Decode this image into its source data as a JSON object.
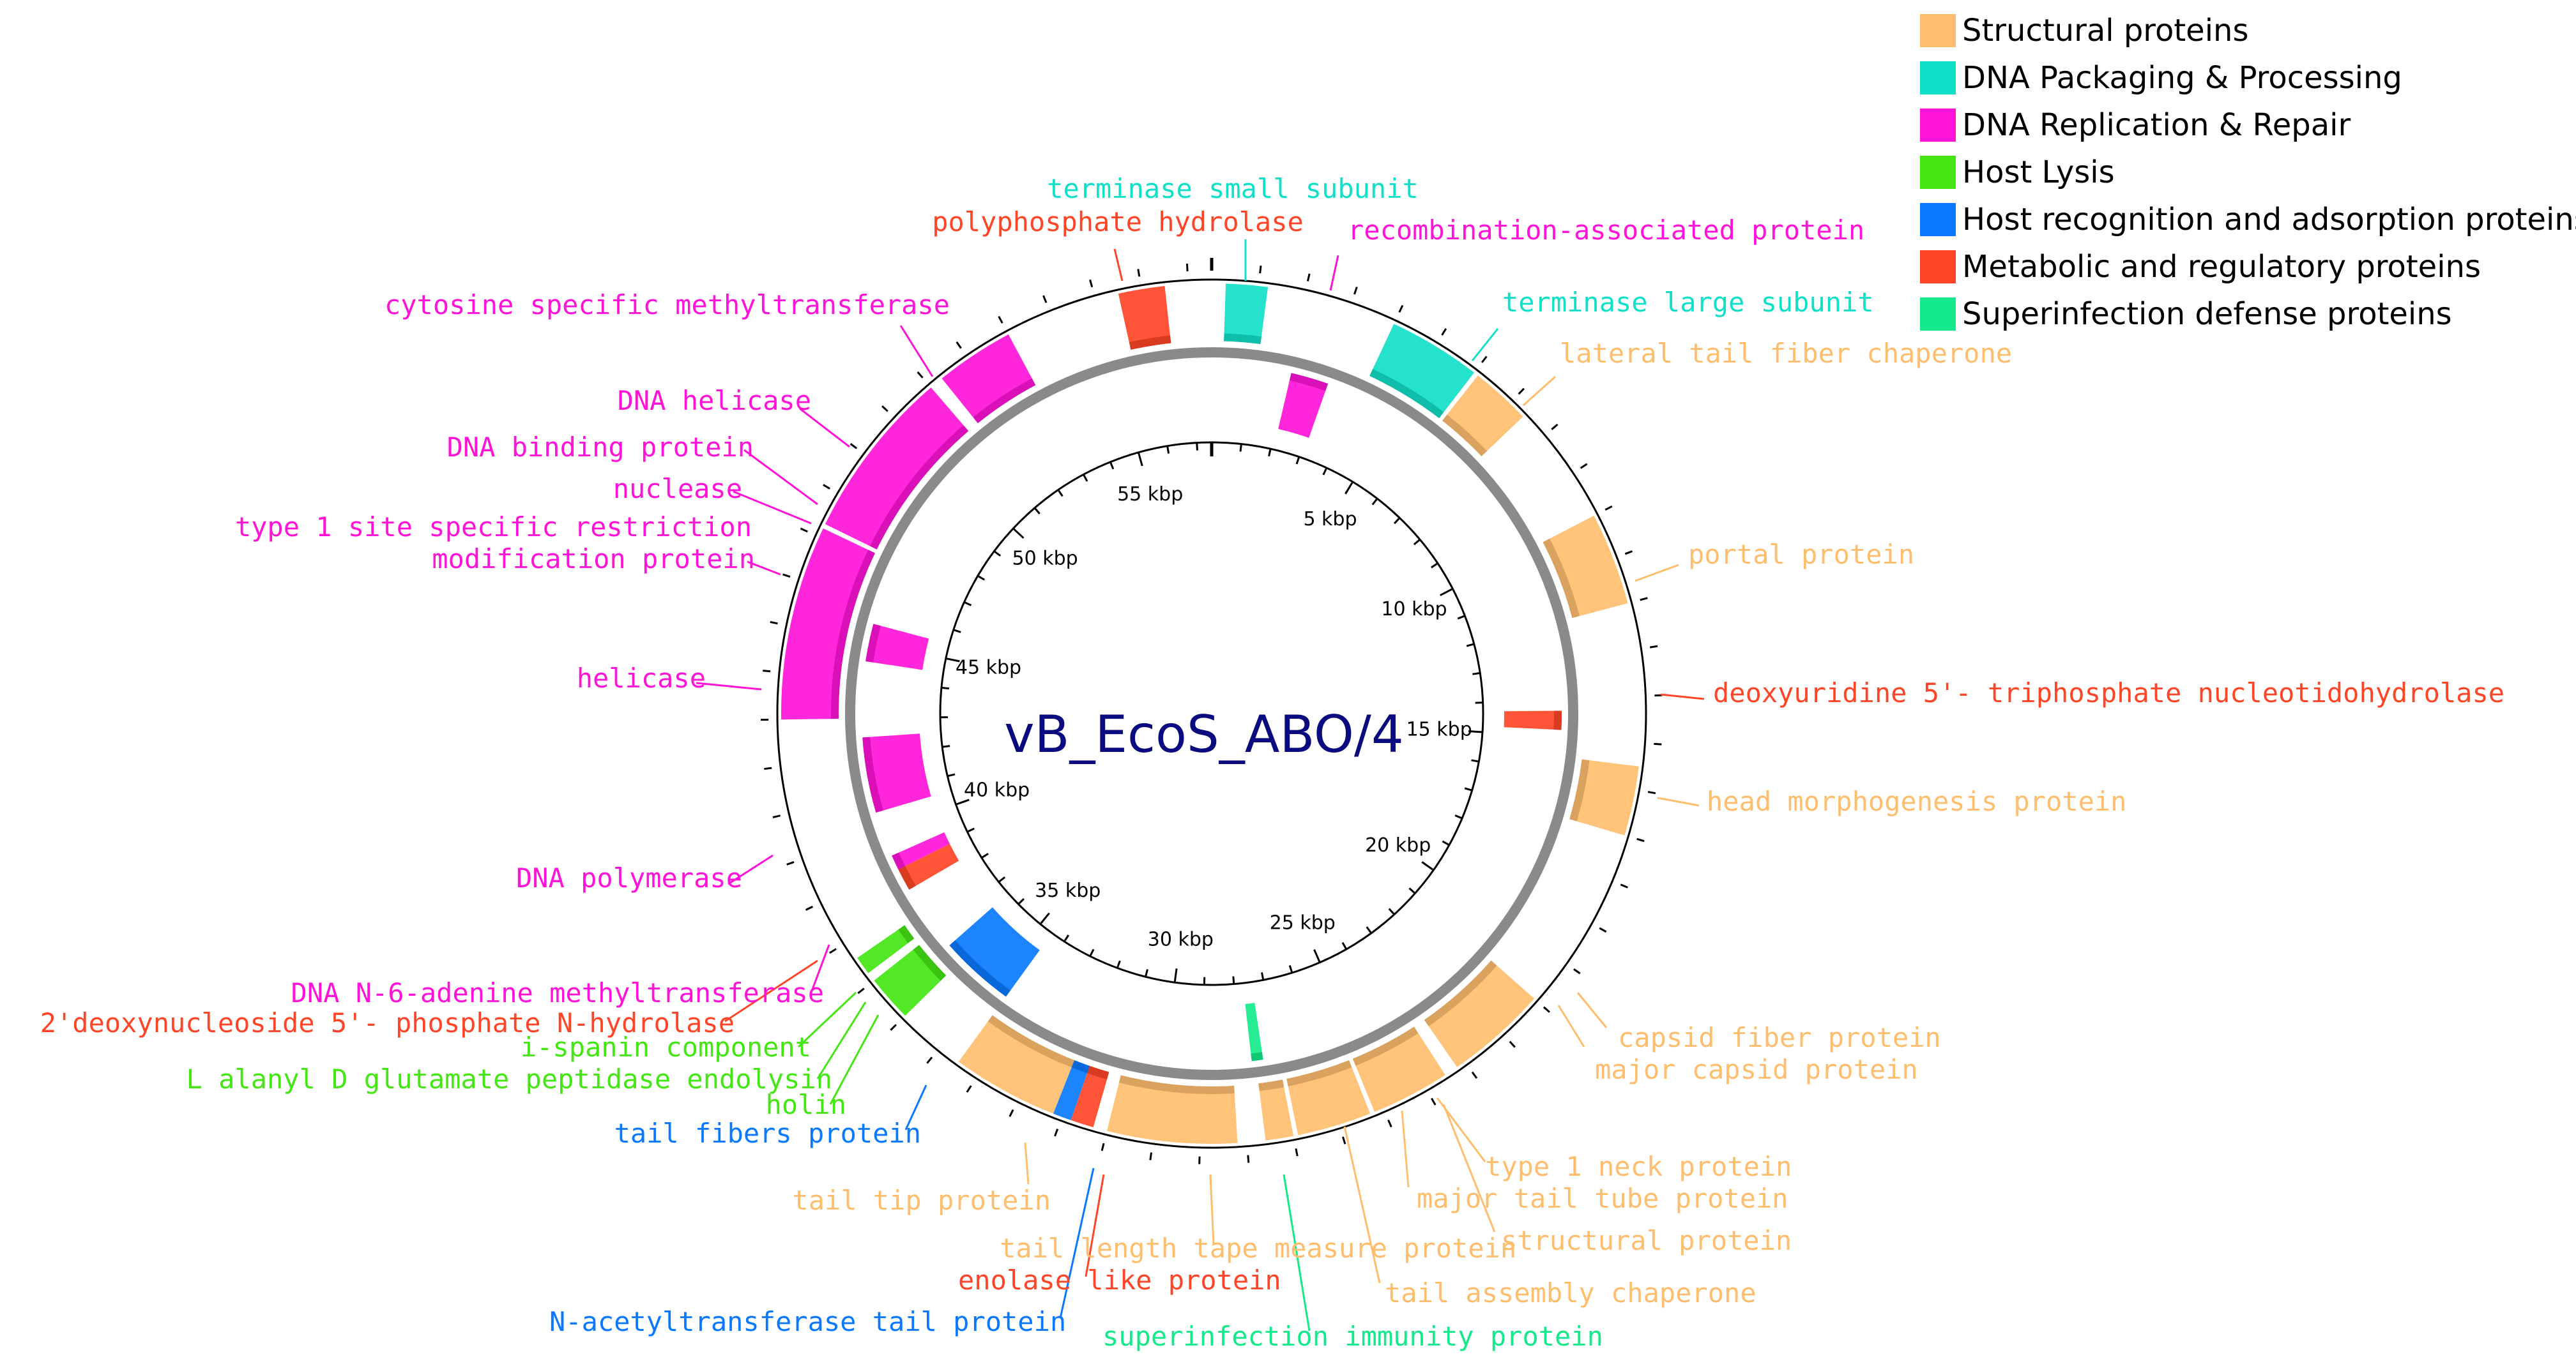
{
  "genome": {
    "title": "vB_EcoS_ABO/4",
    "title_color": "#0b0b80",
    "total_kbp": 57.5,
    "backbone_color": "#8a8a8a",
    "ruler_labels": [
      "5 kbp",
      "10 kbp",
      "15 kbp",
      "20 kbp",
      "25 kbp",
      "30 kbp",
      "35 kbp",
      "40 kbp",
      "45 kbp",
      "50 kbp",
      "55 kbp"
    ]
  },
  "legend": {
    "items": [
      {
        "key": "structural",
        "label": "Structural proteins",
        "color": "#ffbe6e"
      },
      {
        "key": "packaging",
        "label": "DNA Packaging & Processing",
        "color": "#11e0c8"
      },
      {
        "key": "replication",
        "label": "DNA Replication & Repair",
        "color": "#ff13d8"
      },
      {
        "key": "lysis",
        "label": "Host Lysis",
        "color": "#44e614"
      },
      {
        "key": "recognition",
        "label": "Host recognition and adsorption proteins",
        "color": "#0a79ff"
      },
      {
        "key": "metabolic",
        "label": "Metabolic and regulatory proteins",
        "color": "#ff4527"
      },
      {
        "key": "superinfection",
        "label": "Superinfection defense proteins",
        "color": "#14ea8b"
      }
    ]
  },
  "genes": [
    {
      "strand": "outer",
      "start_kbp": 51.3,
      "end_kbp": 53.0,
      "category": "replication"
    },
    {
      "strand": "outer",
      "start_kbp": 47.3,
      "end_kbp": 51.0,
      "category": "replication"
    },
    {
      "strand": "outer",
      "start_kbp": 43.0,
      "end_kbp": 47.2,
      "category": "replication"
    },
    {
      "strand": "outer",
      "start_kbp": 55.5,
      "end_kbp": 56.5,
      "category": "metabolic"
    },
    {
      "strand": "outer",
      "start_kbp": 0.3,
      "end_kbp": 1.2,
      "category": "packaging"
    },
    {
      "strand": "outer",
      "start_kbp": 4.0,
      "end_kbp": 6.0,
      "category": "packaging"
    },
    {
      "strand": "outer",
      "start_kbp": 6.1,
      "end_kbp": 7.4,
      "category": "structural"
    },
    {
      "strand": "outer",
      "start_kbp": 10.0,
      "end_kbp": 12.0,
      "category": "structural"
    },
    {
      "strand": "outer",
      "start_kbp": 15.5,
      "end_kbp": 17.0,
      "category": "structural"
    },
    {
      "strand": "outer",
      "start_kbp": 21.0,
      "end_kbp": 23.2,
      "category": "structural"
    },
    {
      "strand": "outer",
      "start_kbp": 23.5,
      "end_kbp": 25.2,
      "category": "structural"
    },
    {
      "strand": "outer",
      "start_kbp": 25.3,
      "end_kbp": 26.9,
      "category": "structural"
    },
    {
      "strand": "outer",
      "start_kbp": 27.0,
      "end_kbp": 27.6,
      "category": "structural"
    },
    {
      "strand": "outer",
      "start_kbp": 28.2,
      "end_kbp": 31.0,
      "category": "structural"
    },
    {
      "strand": "outer",
      "start_kbp": 31.3,
      "end_kbp": 31.8,
      "category": "metabolic"
    },
    {
      "strand": "outer",
      "start_kbp": 31.8,
      "end_kbp": 32.2,
      "category": "recognition"
    },
    {
      "strand": "outer",
      "start_kbp": 32.2,
      "end_kbp": 34.5,
      "category": "structural"
    },
    {
      "strand": "outer",
      "start_kbp": 36.0,
      "end_kbp": 37.0,
      "category": "lysis"
    },
    {
      "strand": "outer",
      "start_kbp": 37.2,
      "end_kbp": 37.6,
      "category": "lysis"
    },
    {
      "strand": "inner",
      "start_kbp": 2.1,
      "end_kbp": 3.1,
      "category": "replication"
    },
    {
      "strand": "inner",
      "start_kbp": 14.3,
      "end_kbp": 14.8,
      "category": "metabolic"
    },
    {
      "strand": "inner",
      "start_kbp": 27.4,
      "end_kbp": 27.7,
      "category": "superinfection"
    },
    {
      "strand": "inner",
      "start_kbp": 34.5,
      "end_kbp": 36.5,
      "category": "recognition"
    },
    {
      "strand": "inner",
      "start_kbp": 38.3,
      "end_kbp": 38.9,
      "category": "metabolic"
    },
    {
      "strand": "inner",
      "start_kbp": 38.9,
      "end_kbp": 39.3,
      "category": "replication"
    },
    {
      "strand": "inner",
      "start_kbp": 40.5,
      "end_kbp": 42.5,
      "category": "replication"
    },
    {
      "strand": "inner",
      "start_kbp": 44.5,
      "end_kbp": 45.5,
      "category": "replication"
    }
  ],
  "annotations": [
    {
      "text": "terminase small subunit",
      "category": "packaging",
      "anchor": "middle"
    },
    {
      "text": "polyphosphate hydrolase",
      "category": "metabolic",
      "anchor": "middle"
    },
    {
      "text": "recombination-associated protein",
      "category": "replication",
      "anchor": "start"
    },
    {
      "text": "terminase large subunit",
      "category": "packaging",
      "anchor": "start"
    },
    {
      "text": "lateral tail fiber chaperone",
      "category": "structural",
      "anchor": "start"
    },
    {
      "text": "portal protein",
      "category": "structural",
      "anchor": "start"
    },
    {
      "text": "deoxyuridine 5'- triphosphate nucleotidohydrolase",
      "category": "metabolic",
      "anchor": "start"
    },
    {
      "text": "head morphogenesis protein",
      "category": "structural",
      "anchor": "start"
    },
    {
      "text": "capsid fiber protein",
      "category": "structural",
      "anchor": "start"
    },
    {
      "text": "major capsid protein",
      "category": "structural",
      "anchor": "start"
    },
    {
      "text": "type 1 neck protein",
      "category": "structural",
      "anchor": "start"
    },
    {
      "text": "major tail tube protein",
      "category": "structural",
      "anchor": "start"
    },
    {
      "text": "structural protein",
      "category": "structural",
      "anchor": "start"
    },
    {
      "text": "tail assembly chaperone",
      "category": "structural",
      "anchor": "start"
    },
    {
      "text": "tail length tape measure protein",
      "category": "structural",
      "anchor": "start"
    },
    {
      "text": "superinfection immunity protein",
      "category": "superinfection",
      "anchor": "start"
    },
    {
      "text": "enolase like protein",
      "category": "metabolic",
      "anchor": "start"
    },
    {
      "text": "N-acetyltransferase tail protein",
      "category": "recognition",
      "anchor": "start"
    },
    {
      "text": "tail tip protein",
      "category": "structural",
      "anchor": "end"
    },
    {
      "text": "tail fibers protein",
      "category": "recognition",
      "anchor": "end"
    },
    {
      "text": "holin",
      "category": "lysis",
      "anchor": "end"
    },
    {
      "text": "L alanyl D glutamate peptidase endolysin",
      "category": "lysis",
      "anchor": "end"
    },
    {
      "text": "i-spanin component",
      "category": "lysis",
      "anchor": "end"
    },
    {
      "text": "2'deoxynucleoside 5'- phosphate N-hydrolase",
      "category": "metabolic",
      "anchor": "end"
    },
    {
      "text": "DNA N-6-adenine methyltransferase",
      "category": "replication",
      "anchor": "end"
    },
    {
      "text": "DNA polymerase",
      "category": "replication",
      "anchor": "end"
    },
    {
      "text": "helicase",
      "category": "replication",
      "anchor": "end"
    },
    {
      "text": "type 1 site specific restriction",
      "category": "replication",
      "anchor": "end"
    },
    {
      "text": "modification protein",
      "category": "replication",
      "anchor": "end"
    },
    {
      "text": "nuclease",
      "category": "replication",
      "anchor": "end"
    },
    {
      "text": "DNA binding protein",
      "category": "replication",
      "anchor": "end"
    },
    {
      "text": "DNA helicase",
      "category": "replication",
      "anchor": "end"
    },
    {
      "text": "cytosine specific methyltransferase",
      "category": "replication",
      "anchor": "end"
    }
  ]
}
